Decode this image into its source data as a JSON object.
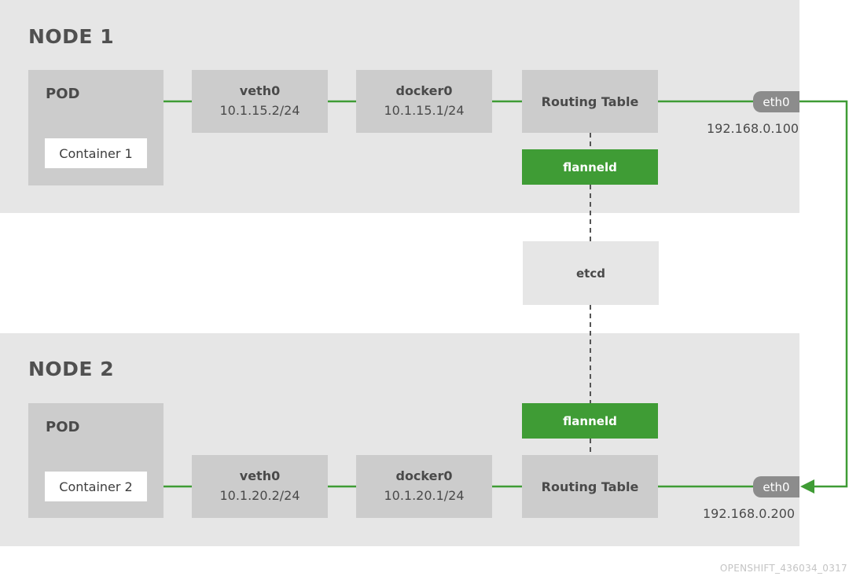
{
  "node1": {
    "title": "NODE 1",
    "pod": {
      "label": "POD",
      "container": "Container 1"
    },
    "veth": {
      "name": "veth0",
      "ip": "10.1.15.2/24"
    },
    "docker": {
      "name": "docker0",
      "ip": "10.1.15.1/24"
    },
    "routing_table": "Routing Table",
    "flanneld": "flanneld",
    "eth": {
      "name": "eth0",
      "ip": "192.168.0.100"
    }
  },
  "etcd": "etcd",
  "node2": {
    "title": "NODE 2",
    "pod": {
      "label": "POD",
      "container": "Container 2"
    },
    "veth": {
      "name": "veth0",
      "ip": "10.1.20.2/24"
    },
    "docker": {
      "name": "docker0",
      "ip": "10.1.20.1/24"
    },
    "routing_table": "Routing Table",
    "flanneld": "flanneld",
    "eth": {
      "name": "eth0",
      "ip": "192.168.0.200"
    }
  },
  "watermark": "OPENSHIFT_436034_0317",
  "colors": {
    "link_green": "#3f9c35",
    "flanneld_green": "#3f9c35",
    "dashed_line": "#555555",
    "node_bg": "#e6e6e6",
    "box_bg": "#cccccc",
    "eth_bg": "#8c8c8c"
  }
}
